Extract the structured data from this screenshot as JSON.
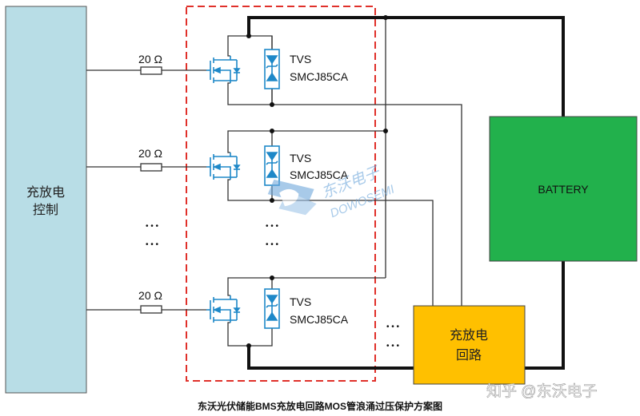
{
  "control_block": {
    "line1": "充放电",
    "line2": "控制"
  },
  "channels": [
    {
      "resistor_label": "20 Ω",
      "tvs_line1": "TVS",
      "tvs_line2": "SMCJ85CA"
    },
    {
      "resistor_label": "20 Ω",
      "tvs_line1": "TVS",
      "tvs_line2": "SMCJ85CA"
    },
    {
      "resistor_label": "20 Ω",
      "tvs_line1": "TVS",
      "tvs_line2": "SMCJ85CA"
    }
  ],
  "ellipsis": {
    "text": "• • •"
  },
  "battery": {
    "label": "BATTERY"
  },
  "charge_circuit": {
    "line1": "充放电",
    "line2": "回路"
  },
  "caption": "东沃光伏储能BMS充放电回路MOS管浪涌过压保护方案图",
  "watermark": "知乎 @东沃电子",
  "logo": {
    "cn": "东沃电子",
    "en": "DOWOSEMI"
  },
  "colors": {
    "control_fill": "#b8dde6",
    "battery_fill": "#22b14c",
    "circuit_fill": "#ffc000",
    "component_blue": "#1e88c8",
    "dashed_red": "#e0302a",
    "wire": "#111111"
  }
}
